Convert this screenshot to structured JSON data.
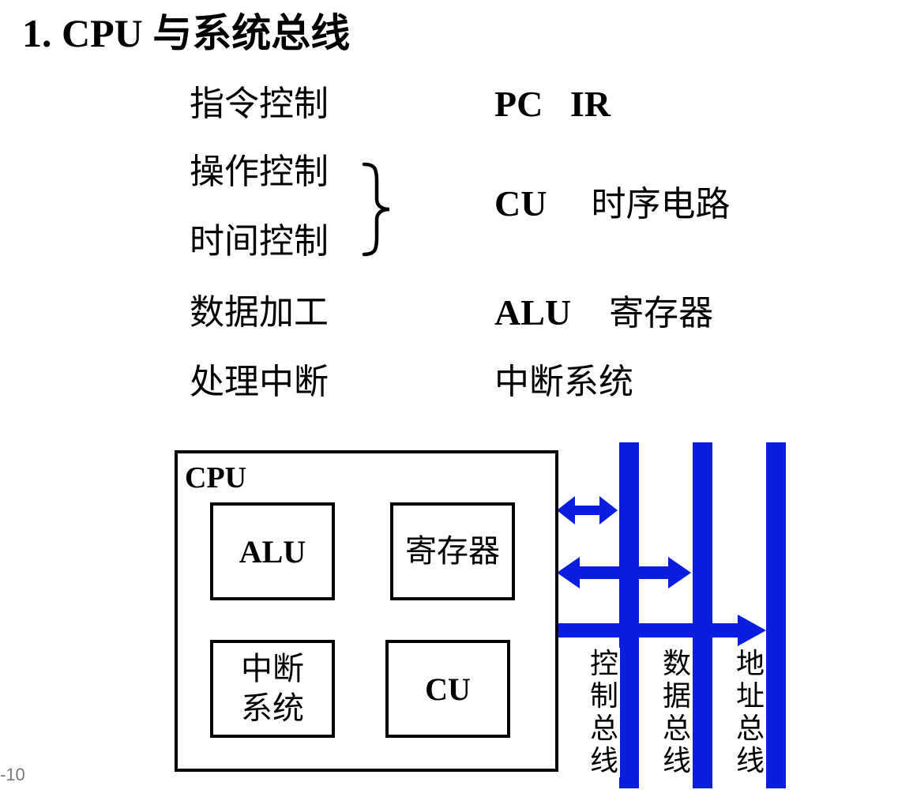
{
  "title": "1. CPU 与系统总线",
  "functions": [
    {
      "label": "指令控制",
      "component_latin": "PC   IR",
      "component_cjk": ""
    },
    {
      "label": "操作控制",
      "component_latin": "",
      "component_cjk": ""
    },
    {
      "label": "时间控制",
      "component_latin": "",
      "component_cjk": ""
    },
    {
      "label": "数据加工",
      "component_latin": "ALU",
      "component_cjk": "寄存器"
    },
    {
      "label": "处理中断",
      "component_latin": "",
      "component_cjk": "中断系统"
    }
  ],
  "grouped_component": {
    "latin": "CU",
    "cjk": "时序电路"
  },
  "cpu": {
    "label": "CPU",
    "alu": "ALU",
    "registers": "寄存器",
    "interrupt_line1": "中断",
    "interrupt_line2": "系统",
    "cu": "CU"
  },
  "buses": {
    "control": "控制总线",
    "data": "数据总线",
    "address": "地址总线",
    "color": "#0a1ee0"
  },
  "page_number": "-10"
}
